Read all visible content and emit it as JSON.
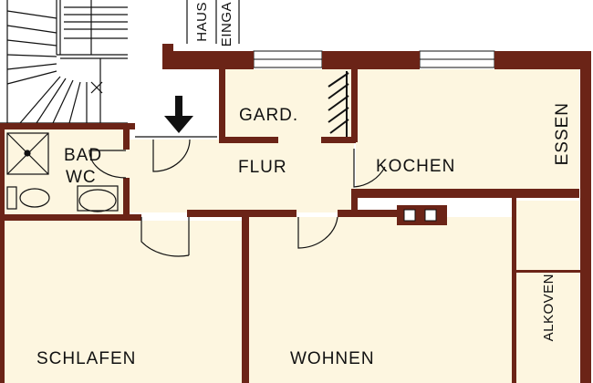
{
  "rooms": {
    "gard": "GARD.",
    "bad": "BAD",
    "wc": "WC",
    "flur": "FLUR",
    "kochen": "KOCHEN",
    "essen": "ESSEN",
    "schlafen": "SCHLAFEN",
    "wohnen": "WOHNEN",
    "alkoven": "ALKOVEN"
  },
  "entrance": {
    "line1": "HAUS",
    "line2": "EINGA"
  },
  "colors": {
    "wall": "#6b2417",
    "room_fill": "#fdf6e0",
    "line": "#111111"
  }
}
